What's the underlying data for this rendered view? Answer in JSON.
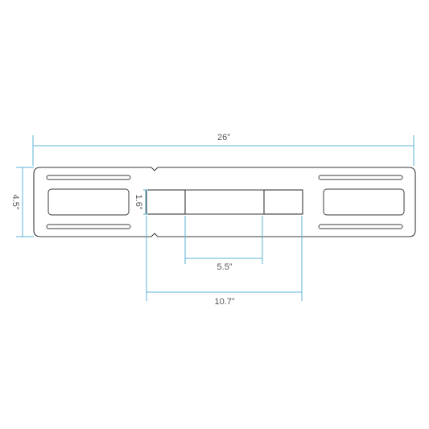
{
  "colors": {
    "dimension_line": "#5bb3d6",
    "outline": "#3a3a3a",
    "label_text": "#555555"
  },
  "dimensions": {
    "overall_length": "26”",
    "overall_height": "4.5”",
    "pad_height": "1.6”",
    "inner_spacing": "5.5”",
    "outer_spacing": "10.7”"
  }
}
